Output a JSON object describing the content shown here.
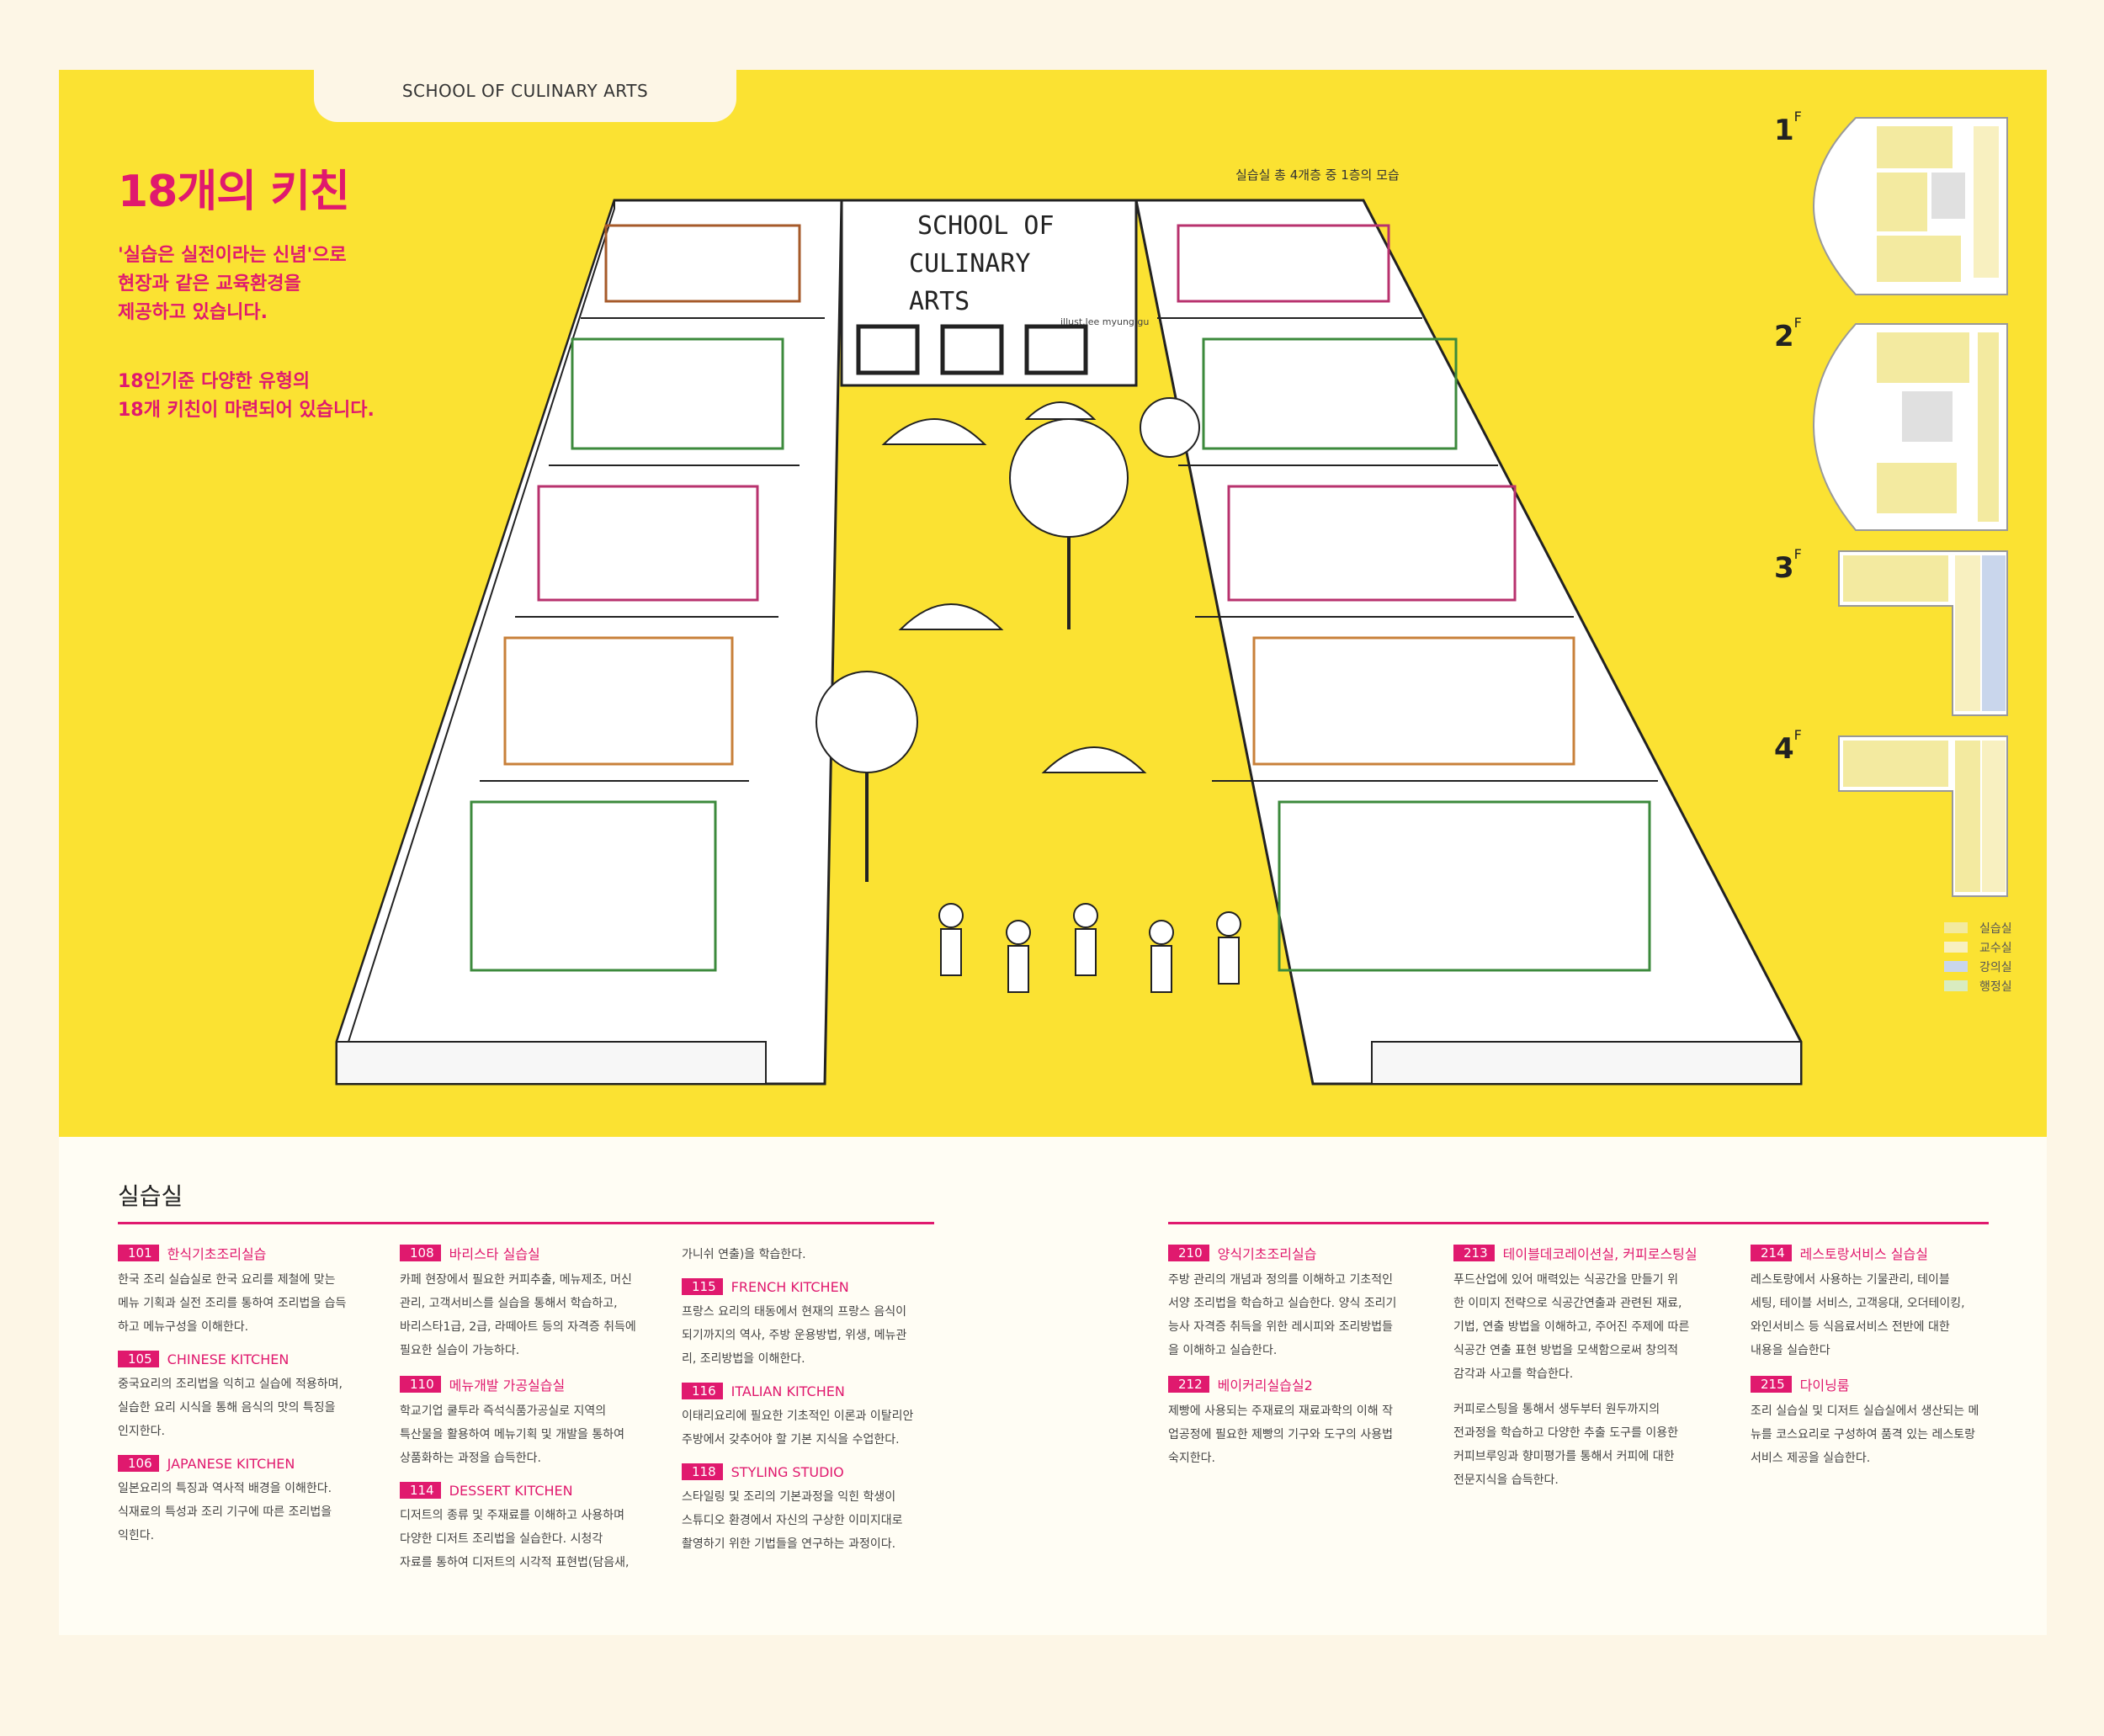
{
  "tab_label": "SCHOOL OF CULINARY ARTS",
  "headline": "18개의 키친",
  "intro": [
    "'실습은 실전이라는 신념'으로\n현장과 같은 교육환경을\n제공하고 있습니다.",
    "18인기준 다양한 유형의\n18개 키친이 마련되어 있습니다."
  ],
  "illustration": {
    "caption": "실습실 총 4개층 중 1층의 모습",
    "building_sign": [
      "SCHOOL OF",
      "CULINARY",
      "ARTS"
    ],
    "credit": "illust.lee myung gu"
  },
  "floors": [
    {
      "label": "1",
      "suffix": "F"
    },
    {
      "label": "2",
      "suffix": "F"
    },
    {
      "label": "3",
      "suffix": "F"
    },
    {
      "label": "4",
      "suffix": "F"
    }
  ],
  "legend": [
    {
      "label": "실습실",
      "color": "#f3eaa0"
    },
    {
      "label": "교수실",
      "color": "#f8f0c0"
    },
    {
      "label": "강의실",
      "color": "#c9d6ec"
    },
    {
      "label": "행정실",
      "color": "#d9ecc0"
    }
  ],
  "section_title": "실습실",
  "rooms": [
    {
      "num": "101",
      "title": "한식기초조리실습",
      "body": "한국 조리 실습실로 한국 요리를 제철에 맞는\n메뉴 기획과 실전 조리를 통하여 조리법을 습득\n하고 메뉴구성을 이해한다."
    },
    {
      "num": "105",
      "title": "CHINESE KITCHEN",
      "body": "중국요리의 조리법을 익히고 실습에 적용하며,\n실습한 요리 시식을 통해 음식의 맛의 특징을\n인지한다."
    },
    {
      "num": "106",
      "title": "JAPANESE KITCHEN",
      "body": "일본요리의 특징과 역사적 배경을 이해한다.\n식재료의 특성과 조리 기구에 따른 조리법을\n익힌다."
    },
    {
      "num": "108",
      "title": "바리스타 실습실",
      "body": "카페 현장에서 필요한 커피추출, 메뉴제조, 머신\n관리, 고객서비스를 실습을 통해서 학습하고,\n바리스타1급, 2급, 라떼아트 등의 자격증 취득에\n필요한 실습이 가능하다."
    },
    {
      "num": "110",
      "title": "메뉴개발 가공실습실",
      "body": "학교기업 쿨투라 즉석식품가공실로 지역의\n특산물을 활용하여 메뉴기획 및 개발을 통하여\n상품화하는 과정을 습득한다."
    },
    {
      "num": "114",
      "title": "DESSERT KITCHEN",
      "body": "디저트의 종류 및 주재료를 이해하고 사용하며\n다양한 디저트 조리법을 실습한다. 시청각\n자료를 통하여 디저트의 시각적 표현법(담음새,"
    },
    {
      "num": "",
      "title": "",
      "body": "가니쉬 연출)을 학습한다."
    },
    {
      "num": "115",
      "title": "FRENCH KITCHEN",
      "body": "프랑스 요리의 태동에서 현재의 프랑스 음식이\n되기까지의 역사, 주방 운용방법, 위생, 메뉴관\n리, 조리방법을 이해한다."
    },
    {
      "num": "116",
      "title": "ITALIAN KITCHEN",
      "body": "이태리요리에 필요한 기초적인 이론과 이탈리안\n주방에서 갖추어야 할 기본 지식을 수업한다."
    },
    {
      "num": "118",
      "title": "STYLING STUDIO",
      "body": "스타일링 및 조리의 기본과정을 익힌 학생이\n스튜디오 환경에서 자신의 구상한 이미지대로\n촬영하기 위한 기법들을 연구하는 과정이다."
    },
    {
      "num": "210",
      "title": "양식기초조리실습",
      "body": "주방 관리의 개념과 정의를 이해하고 기초적인\n서양 조리법을 학습하고 실습한다. 양식 조리기\n능사 자격증 취득을 위한 레시피와 조리방법들\n을 이해하고 실습한다."
    },
    {
      "num": "212",
      "title": "베이커리실습실2",
      "body": "제빵에 사용되는 주재료의 재료과학의 이해 작\n업공정에 필요한 제빵의 기구와 도구의 사용법\n숙지한다."
    },
    {
      "num": "213",
      "title": "테이블데코레이션실, 커피로스팅실",
      "body": "푸드산업에 있어 매력있는 식공간을 만들기 위\n한 이미지 전략으로 식공간연출과 관련된 재료,\n기법, 연출 방법을 이해하고, 주어진 주제에 따른\n식공간 연출 표현 방법을 모색함으로써 창의적\n감각과 사고를 학습한다."
    },
    {
      "num": "",
      "title": "",
      "body": "커피로스팅을 통해서 생두부터 원두까지의\n전과정을 학습하고 다양한 추출 도구를 이용한\n커피브루잉과 향미평가를 통해서 커피에 대한\n전문지식을 습득한다."
    },
    {
      "num": "214",
      "title": "레스토랑서비스 실습실",
      "body": "레스토랑에서 사용하는 기물관리, 테이블\n세팅, 테이블 서비스, 고객응대, 오더테이킹,\n와인서비스 등 식음료서비스 전반에 대한\n내용을 실습한다"
    },
    {
      "num": "215",
      "title": "다이닝룸",
      "body": "조리 실습실 및 디저트 실습실에서 생산되는 메\n뉴를 코스요리로 구성하여 품격 있는 레스토랑\n서비스 제공을 실습한다."
    }
  ]
}
